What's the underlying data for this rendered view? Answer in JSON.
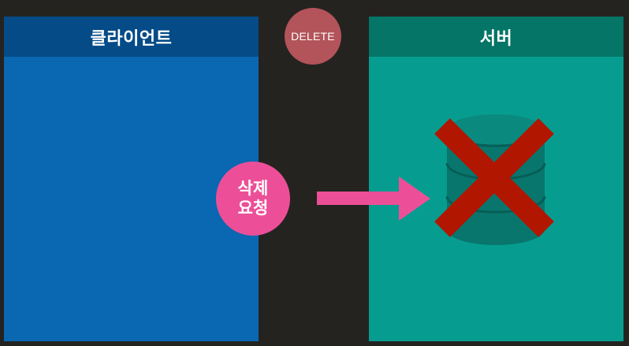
{
  "client_panel": {
    "title": "클라이언트"
  },
  "server_panel": {
    "title": "서버"
  },
  "http_method_badge": {
    "label": "DELETE"
  },
  "request_badge": {
    "line1": "삭제",
    "line2": "요청"
  },
  "icons": {
    "arrow": "arrow-right-icon",
    "database": "database-icon",
    "delete_mark": "x-mark-icon"
  },
  "colors": {
    "background": "#242320",
    "client_panel": "#0a67b2",
    "client_header": "#044b87",
    "server_panel": "#069d90",
    "server_header": "#047566",
    "method_badge": "#b3535a",
    "request_badge": "#ec4f98",
    "arrow": "#ec4f98",
    "database": "#08766d",
    "x_mark": "#b11600"
  }
}
